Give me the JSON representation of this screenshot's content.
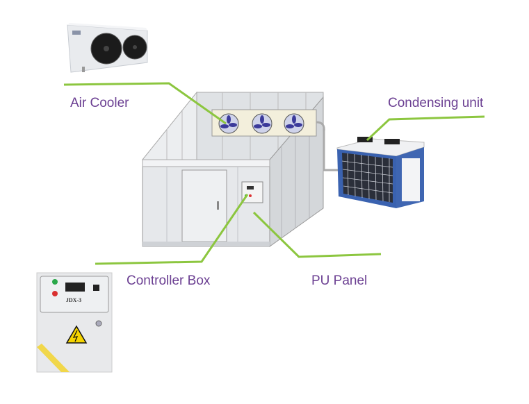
{
  "labels": {
    "air_cooler": "Air Cooler",
    "condensing_unit": "Condensing unit",
    "controller_box": "Controller Box",
    "pu_panel": "PU Panel"
  },
  "product_markings": {
    "controller_model": "JDX-3"
  },
  "colors": {
    "label_text": "#6b3f92",
    "leader_line": "#8cc63f",
    "condensing_frame": "#3a62b0",
    "fan_blade": "#3b3a9a"
  }
}
